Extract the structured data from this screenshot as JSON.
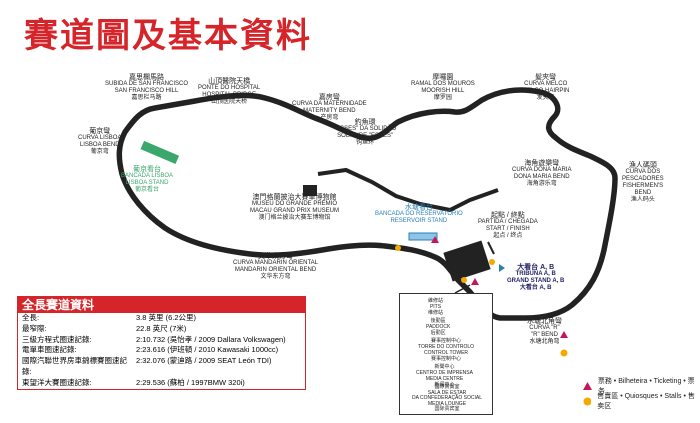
{
  "title": "賽道圖及基本資料",
  "colors": {
    "title_red": "#d6252a",
    "track": "#222222",
    "stand_green": "#3aa76d",
    "blue_text": "#2a7fb8",
    "ticket": "#c2185b",
    "kiosk": "#f2a900"
  },
  "labels": {
    "san_francisco": [
      "嘉思欄馬路",
      "SUBIDA DE SAN FRANCISCO",
      "SAN FRANCISCO HILL",
      "嘉思栏马路"
    ],
    "hospital_bridge": [
      "山頂醫院天橋",
      "PONTE DO HOSPITAL",
      "HOSPITAL BRIDGE",
      "山顶医院天桥"
    ],
    "maternity": [
      "嘉房彎",
      "CURVA DA MATERNIDADE",
      "MATERNITY BEND",
      "产房弯"
    ],
    "esses": [
      "釣魚環",
      "\"ESSES\" DA SOLIDÃO",
      "SOLITUDE \"ESSES\"",
      "钩鱼环"
    ],
    "moorish": [
      "摩囉園",
      "RAMAL DOS MOUROS",
      "MOORISH HILL",
      "摩罗园"
    ],
    "melco": [
      "髮夾彎",
      "CURVA MELCO",
      "MELCO HAIRPIN",
      "发夹弯"
    ],
    "lisboa_bend": [
      "葡京彎",
      "CURVA LISBOA",
      "LISBOA BEND",
      "葡京弯"
    ],
    "lisboa_stand": [
      "葡京看台",
      "BANCADA LISBOA",
      "LISBOA STAND",
      "葡京看台"
    ],
    "dona_maria": [
      "海角遊樂彎",
      "CURVA DONA MARIA",
      "DONA MARIA BEND",
      "海角游乐弯"
    ],
    "fishermens": [
      "漁人碼頭",
      "CURVA DOS",
      "PESCADORES",
      "FISHERMEN'S",
      "BEND",
      "渔人码头"
    ],
    "museum": [
      "澳門格蘭披治大賽車博物館",
      "MUSEU DO GRANDE PRÉMIO",
      "MACAU GRAND PRIX MUSEUM",
      "澳门格兰披治大赛车博物馆"
    ],
    "reservoir": [
      "水塘看台",
      "BANCADA DO RESERVATÓRIO",
      "RESERVOIR STAND",
      "水塘看台"
    ],
    "start_finish": [
      "起點 / 終點",
      "PARTIDA / CHEGADA",
      "START / FINISH",
      "起点 / 终点"
    ],
    "mandarin": [
      "文華東方彎",
      "CURVA MANDARIN ORIENTAL",
      "MANDARIN ORIENTAL BEND",
      "文华东方弯"
    ],
    "grandstand": [
      "大看台 A, B",
      "TRIBUNA A, B",
      "GRAND STAND A, B",
      "大看台 A, B"
    ],
    "r_bend": [
      "水塘北角彎",
      "CURVA \"R\"",
      "\"R\" BEND",
      "水塘北角弯"
    ]
  },
  "pit": [
    [
      "維修站",
      "PITS",
      "维修站"
    ],
    [
      "後勤區",
      "PADDOCK",
      "后勤区"
    ],
    [
      "賽事控制中心",
      "TORRE DO CONTROLO",
      "CONTROL TOWER",
      "赛事控制中心"
    ],
    [
      "新聞中心",
      "CENTRO DE IMPRENSA",
      "MEDIA CENTRE",
      "新闻中心"
    ],
    [
      "國際貴賓室",
      "SALA DE ESTAR",
      "DA CONFEDERAÇÃO SOCIAL",
      "MEDIA LOUNGE",
      "国际贵宾室"
    ]
  ],
  "info": {
    "header": "全長賽道資料",
    "rows": [
      {
        "k": "全長:",
        "v": "3.8 英里 (6.2公里)"
      },
      {
        "k": "最窄際:",
        "v": "22.8 英尺 (7米)"
      },
      {
        "k": "三級方程式圈速記錄:",
        "v": "2:10.732 (吳怡孝 / 2009 Dallara Volkswagen)"
      },
      {
        "k": "電單車圈速記錄:",
        "v": "2:23.616 (伊班頓 / 2010 Kawasaki 1000cc)"
      },
      {
        "k": "國際汽聯世界房車錦標賽圈速記錄:",
        "v": "2:32.076 (蒙迪路 / 2009 SEAT León TDI)"
      },
      {
        "k": "東望洋大賽圈速記錄:",
        "v": "2:29.536 (蘇柏 / 1997BMW 320i)"
      }
    ]
  },
  "legend": {
    "ticket": "票務 • Bilheteira • Ticketing • 票务",
    "kiosk": "售賣區 • Quiosques • Stalls • 售卖区"
  }
}
